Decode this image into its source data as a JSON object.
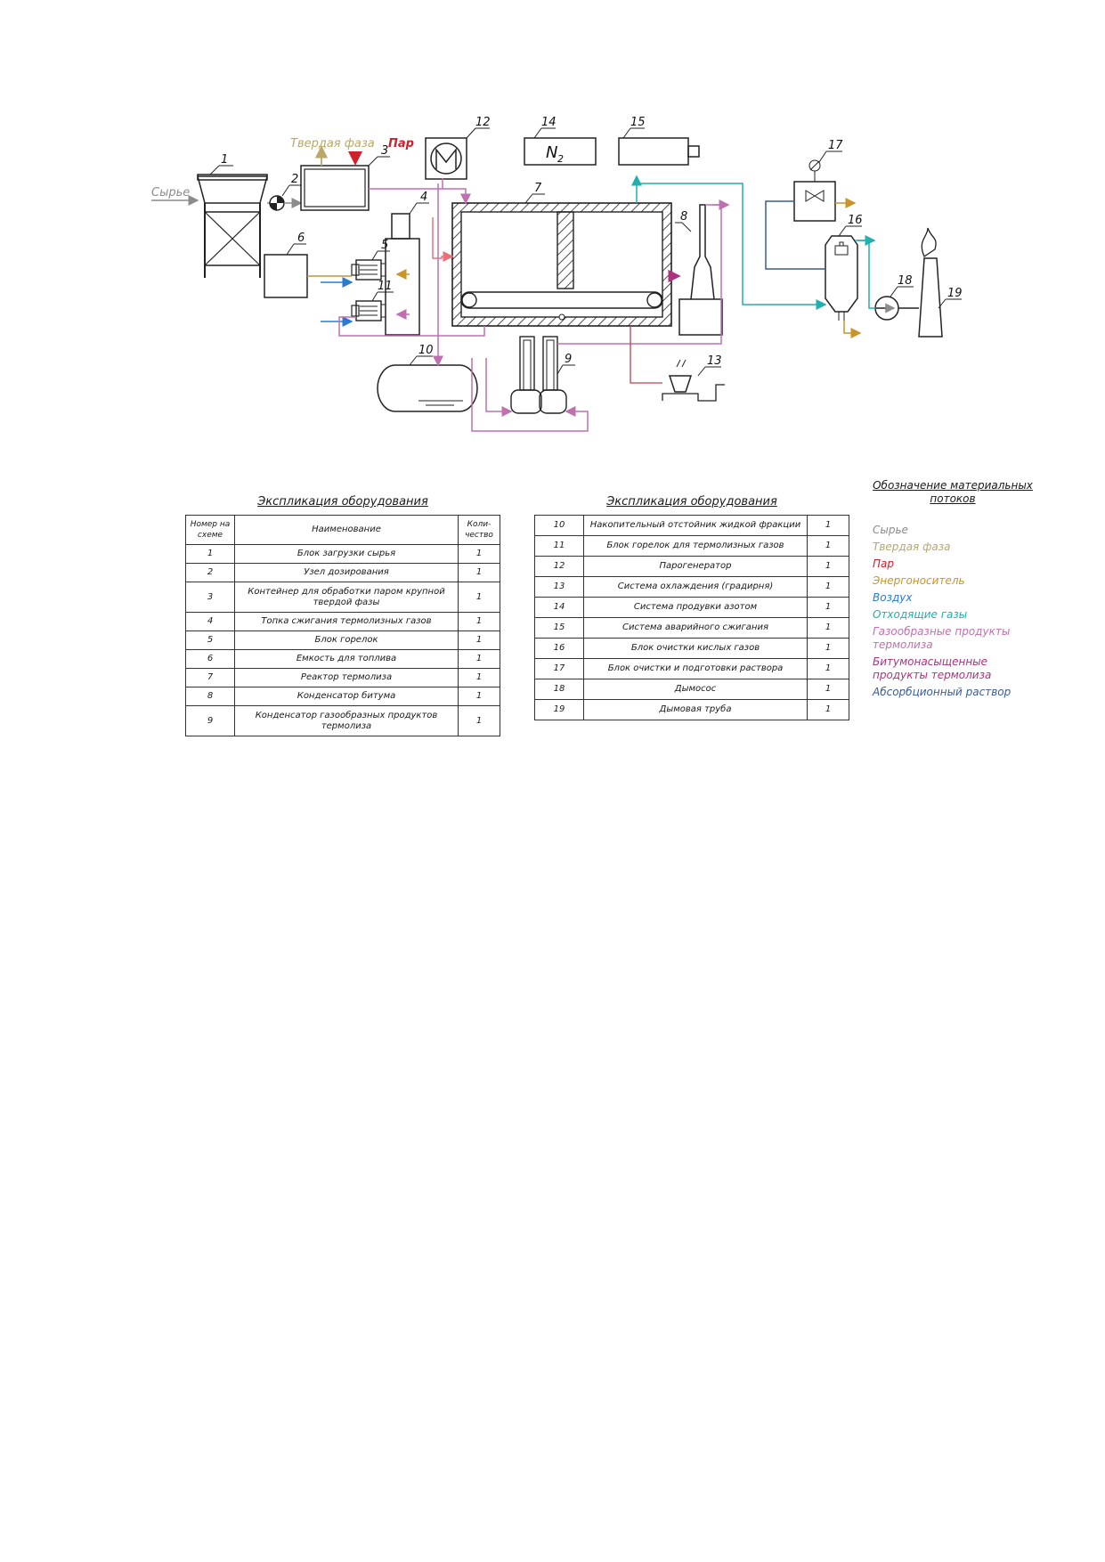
{
  "diagram": {
    "stream_labels": {
      "raw": "Сырье",
      "solid": "Твердая фаза",
      "steam": "Пар",
      "n2": "N",
      "n2_sub": "2"
    },
    "equipment_numbers": [
      "1",
      "2",
      "3",
      "4",
      "5",
      "6",
      "7",
      "8",
      "9",
      "10",
      "11",
      "12",
      "13",
      "14",
      "15",
      "16",
      "17",
      "18",
      "19"
    ]
  },
  "colors": {
    "raw": "#8c8c8c",
    "solid": "#b9a86a",
    "steam": "#d0202a",
    "energy": "#c8952a",
    "air": "#2a7ad0",
    "exhaust": "#1fb0b0",
    "gas": "#c070b0",
    "bitumen": "#b03080",
    "absorb": "#3a5a9a"
  },
  "table_left": {
    "title": "Экспликация оборудования",
    "headers": [
      "Номер на схеме",
      "Наименование",
      "Коли-чество"
    ],
    "rows": [
      [
        "1",
        "Блок загрузки сырья",
        "1"
      ],
      [
        "2",
        "Узел дозирования",
        "1"
      ],
      [
        "3",
        "Контейнер для обработки паром крупной твердой фазы",
        "1"
      ],
      [
        "4",
        "Топка сжигания термолизных газов",
        "1"
      ],
      [
        "5",
        "Блок горелок",
        "1"
      ],
      [
        "6",
        "Емкость для топлива",
        "1"
      ],
      [
        "7",
        "Реактор термолиза",
        "1"
      ],
      [
        "8",
        "Конденсатор битума",
        "1"
      ],
      [
        "9",
        "Конденсатор газообразных продуктов термолиза",
        "1"
      ]
    ]
  },
  "table_right": {
    "title": "Экспликация оборудования",
    "rows": [
      [
        "10",
        "Накопительный отстойник жидкой фракции",
        "1"
      ],
      [
        "11",
        "Блок горелок для термолизных газов",
        "1"
      ],
      [
        "12",
        "Парогенератор",
        "1"
      ],
      [
        "13",
        "Система охлаждения (градирня)",
        "1"
      ],
      [
        "14",
        "Система продувки азотом",
        "1"
      ],
      [
        "15",
        "Система аварийного сжигания",
        "1"
      ],
      [
        "16",
        "Блок очистки кислых газов",
        "1"
      ],
      [
        "17",
        "Блок очистки и подготовки раствора",
        "1"
      ],
      [
        "18",
        "Дымосос",
        "1"
      ],
      [
        "19",
        "Дымовая труба",
        "1"
      ]
    ]
  },
  "legend": {
    "title": "Обозначение материальных потоков",
    "items": [
      {
        "label": "Сырье",
        "color": "#8c8c8c"
      },
      {
        "label": "Твердая фаза",
        "color": "#b9a86a"
      },
      {
        "label": "Пар",
        "color": "#d0202a"
      },
      {
        "label": "Энергоноситель",
        "color": "#c8952a"
      },
      {
        "label": "Воздух",
        "color": "#2a7ad0"
      },
      {
        "label": "Отходящие газы",
        "color": "#1fb0b0"
      },
      {
        "label": "Газообразные продукты термолиза",
        "color": "#c070b0"
      },
      {
        "label": "Битумонасыщенные продукты термолиза",
        "color": "#b03080"
      },
      {
        "label": "Абсорбционный раствор",
        "color": "#3a5a9a"
      }
    ]
  }
}
